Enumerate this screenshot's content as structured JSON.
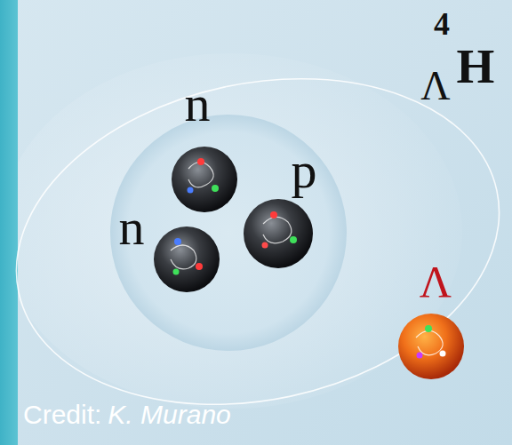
{
  "diagram": {
    "labels": [
      "n",
      "p",
      "n",
      "Λ",
      "4",
      "Λ",
      "H",
      "Credit:",
      "K. Murano"
    ]
  }
}
